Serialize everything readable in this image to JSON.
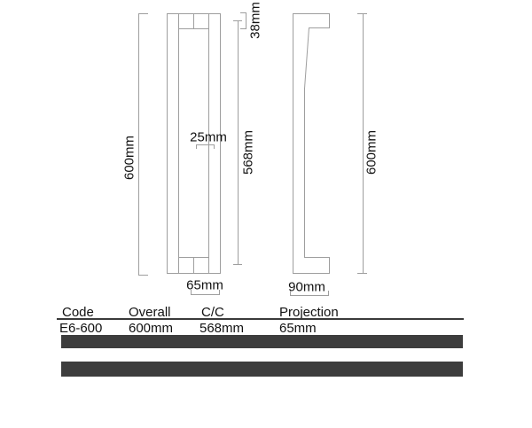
{
  "drawing": {
    "front_view": {
      "dim_overall_height": "600mm",
      "dim_centre_to_centre": "568mm",
      "dim_top_fixing": "38mm",
      "dim_grip_section": "25mm",
      "dim_overall_width": "65mm"
    },
    "side_view": {
      "dim_overall_height": "600mm",
      "dim_projection_width": "90mm"
    }
  },
  "table": {
    "headers": [
      "Code",
      "Overall",
      "C/C",
      "Projection"
    ],
    "row": [
      "E6-600",
      "600mm",
      "568mm",
      "65mm"
    ]
  },
  "colors": {
    "line": "#9e9e9e",
    "text": "#111111",
    "header_rule": "#3a3a3a",
    "bar": "#3d3d3d"
  }
}
